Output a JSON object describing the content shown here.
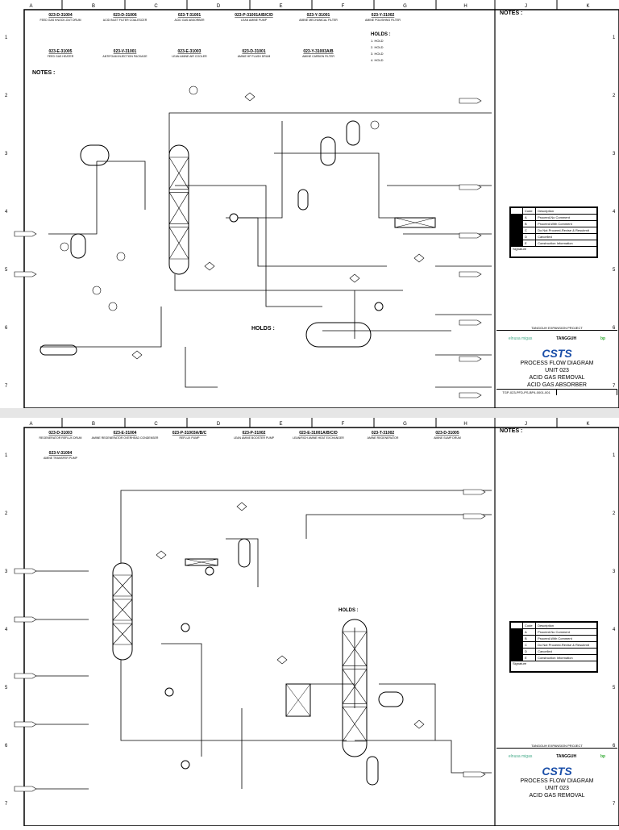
{
  "columns": [
    "A",
    "B",
    "C",
    "D",
    "E",
    "F",
    "G",
    "H",
    "J",
    "K"
  ],
  "rows": [
    "1",
    "2",
    "3",
    "4",
    "5",
    "6",
    "7"
  ],
  "sheets": [
    {
      "equipment": [
        {
          "tag": "023-D-31004",
          "desc": "FEED GAS KNOCK-OUT DRUM"
        },
        {
          "tag": "023-D-31006",
          "desc": "ACID INLET FILTER COALESCER"
        },
        {
          "tag": "023-T-31001",
          "desc": "ACID GAS ABSORBER"
        },
        {
          "tag": "023-P-31001A/B/C/D",
          "desc": "LEAN AMINE PUMP"
        },
        {
          "tag": "023-Y-31001",
          "desc": "AMINE MECHANICAL FILTER"
        },
        {
          "tag": "023-Y-31002",
          "desc": "AMINE POLISHING FILTER"
        },
        {
          "tag": "023-E-31005",
          "desc": "FEED GAS HEATER"
        },
        {
          "tag": "023-V-31001",
          "desc": "ANTIFOAM INJECTION PACKAGE"
        },
        {
          "tag": "023-E-31003",
          "desc": "LEAN AMINE AIR COOLER"
        },
        {
          "tag": "023-D-31001",
          "desc": "AMINE HP FLASH DRUM"
        },
        {
          "tag": "023-Y-31003A/B",
          "desc": "AMINE CARBON FILTER"
        }
      ],
      "notes_left_title": "NOTES :",
      "holds_title": "HOLDS :",
      "holds": [
        "1. HOLD",
        "2. HOLD",
        "3. HOLD",
        "4. HOLD"
      ],
      "title": [
        "PROCESS FLOW DIAGRAM",
        "UNIT 023",
        "ACID GAS REMOVAL",
        "ACID GAS ABSORBER"
      ],
      "drawing_no": "TGP-023-PFD-PS-BP4-0001-001"
    },
    {
      "equipment": [
        {
          "tag": "023-D-31003",
          "desc": "REGENERATOR REFLUX DRUM"
        },
        {
          "tag": "023-E-31004",
          "desc": "AMINE REGENERATOR OVERHEAD CONDENSER"
        },
        {
          "tag": "023-P-31003A/B/C",
          "desc": "REFLUX PUMP"
        },
        {
          "tag": "023-P-31002",
          "desc": "LEAN AMINE BOOSTER PUMP"
        },
        {
          "tag": "023-E-31001A/B/C/D",
          "desc": "LEAN/RICH AMINE HEAT EXCHANGER"
        },
        {
          "tag": "023-T-31002",
          "desc": "AMINE REGENERATOR"
        },
        {
          "tag": "023-D-31005",
          "desc": "AMINE SUMP DRUM"
        },
        {
          "tag": "023-V-31004",
          "desc": "AMINE TRANSFER PUMP"
        }
      ],
      "holds_title": "HOLDS :",
      "title": [
        "PROCESS FLOW DIAGRAM",
        "UNIT 023",
        "ACID GAS REMOVAL"
      ]
    }
  ],
  "notes_title": "NOTES :",
  "legend": {
    "headers": [
      "Code",
      "Description"
    ],
    "rows": [
      {
        "code": "A",
        "desc": "Proceed-No Comment"
      },
      {
        "code": "B",
        "desc": "Proceed-With Comment"
      },
      {
        "code": "C",
        "desc": "Do Not Proceed-Revise & Resubmit"
      },
      {
        "code": "D",
        "desc": "Cancelled"
      },
      {
        "code": "E",
        "desc": "Construction Information"
      }
    ],
    "signature": "Signature"
  },
  "project": "TANGGUH EXPANSION PROJECT",
  "logos": {
    "left": "elnusa migas",
    "center": "TANGGUH",
    "right": "bp",
    "brand": "CSTS"
  },
  "brand_color": "#1a4ea8"
}
